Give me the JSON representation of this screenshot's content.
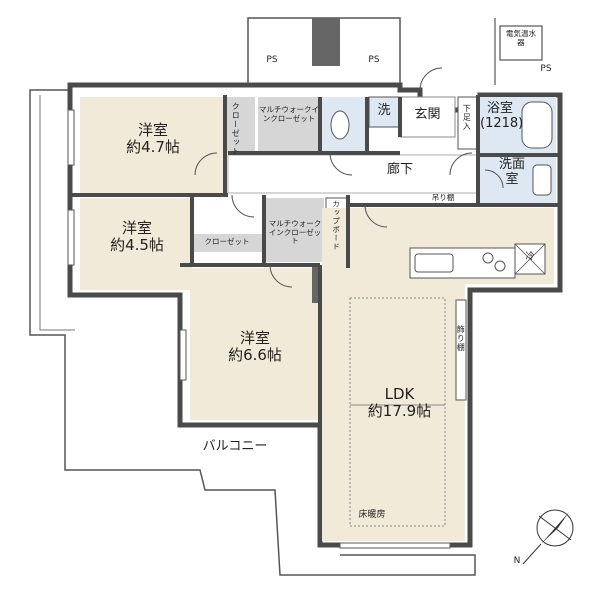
{
  "rooms": {
    "bed1": {
      "name": "洋室",
      "area": "約4.7帖"
    },
    "bed2": {
      "name": "洋室",
      "area": "約4.5帖"
    },
    "bed3": {
      "name": "洋室",
      "area": "約6.6帖"
    },
    "ldk": {
      "name": "LDK",
      "area": "約17.9帖"
    },
    "bath": {
      "name": "浴室",
      "size": "(1218)"
    },
    "washroom": {
      "name": "洗面室"
    }
  },
  "labels": {
    "ps1": "PS",
    "ps2": "PS",
    "ps3": "PS",
    "water_heater": "電気温水器",
    "multi_wic_1": "マルチウォークインクローゼット",
    "multi_wic_2": "マルチウォークインクローゼット",
    "closet_vertical": "クローゼット",
    "closet_horizontal": "クローゼット",
    "wash_machine": "洗",
    "genkan": "玄関",
    "shoe_rack": "下足入",
    "corridor": "廊下",
    "hanging_shelf": "吊り棚",
    "cupboard": "カップボード",
    "refrigerator": "冷",
    "display_shelf": "飾り棚",
    "floor_heating": "床暖房",
    "balcony": "バルコニー",
    "north": "N"
  },
  "colors": {
    "room_fill": "#f1ead9",
    "wet_fill": "#dde8f2",
    "storage_fill": "#d6d6d6",
    "wall": "#4a4a4a"
  }
}
